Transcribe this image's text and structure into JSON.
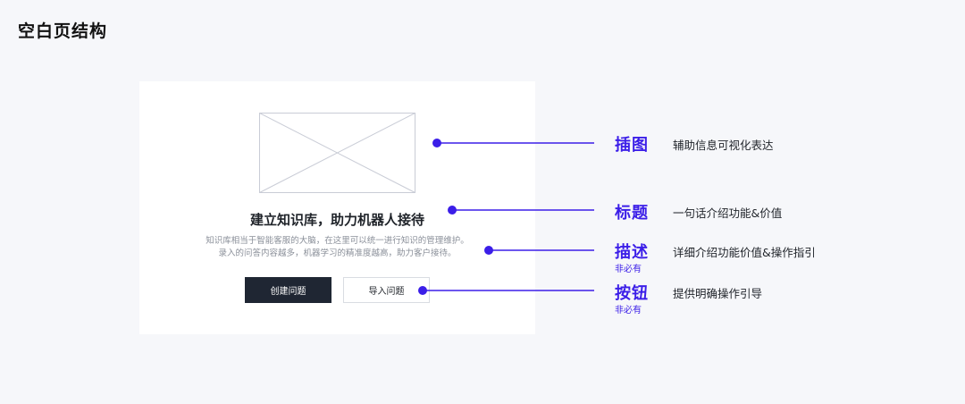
{
  "page_title": "空白页结构",
  "card": {
    "title": "建立知识库，助力机器人接待",
    "desc_lines": [
      "知识库相当于智能客服的大脑，在这里可以统一进行知识的管理维护。",
      "录入的问答内容越多，机器学习的精准度越高，助力客户接待。"
    ],
    "primary_button": "创建问题",
    "secondary_button": "导入问题"
  },
  "annotations": [
    {
      "label": "插图",
      "sublabel": "",
      "description": "辅助信息可视化表达"
    },
    {
      "label": "标题",
      "sublabel": "",
      "description": "一句话介绍功能&价值"
    },
    {
      "label": "描述",
      "sublabel": "非必有",
      "description": "详细介绍功能价值&操作指引"
    },
    {
      "label": "按钮",
      "sublabel": "非必有",
      "description": "提供明确操作引导"
    }
  ],
  "colors": {
    "accent": "#3b1ee8",
    "background": "#f6f7fa",
    "card": "#ffffff",
    "primary_button": "#1f2633"
  }
}
